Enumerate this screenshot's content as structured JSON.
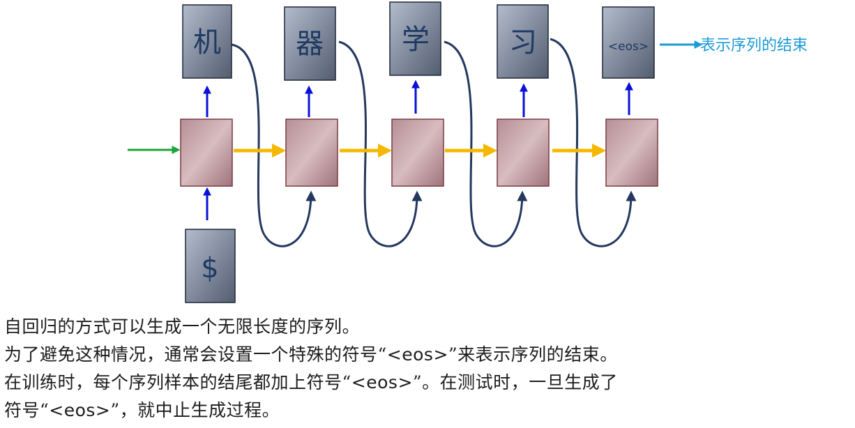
{
  "diagram": {
    "outputs": [
      "机",
      "器",
      "学",
      "习",
      "<eos>"
    ],
    "input_token": "$",
    "annotation": "表示序列的结束",
    "colors": {
      "output_box": "#5d6878",
      "rnn_cell": "#a87f87",
      "recurrent_arrow": "#f5b800",
      "initial_arrow": "#1aa43a",
      "io_arrow": "#0a10d8",
      "feedback_arrow": "#24385f",
      "annotation": "#1a9ad6"
    }
  },
  "caption": {
    "lines": [
      [
        "自回归的方式可以生成一个无限长度的序列。"
      ],
      [
        "为了避免这种情况，通常会设置一个特殊的符号“",
        "<eos>",
        "”来表示序列的结束。"
      ],
      [
        "在训练时，每个序列样本的结尾都加上符号“",
        "<eos>",
        "”。在测试时，一旦生成了"
      ],
      [
        "符号“",
        "<eos>",
        "”，就中止生成过程。"
      ]
    ]
  }
}
